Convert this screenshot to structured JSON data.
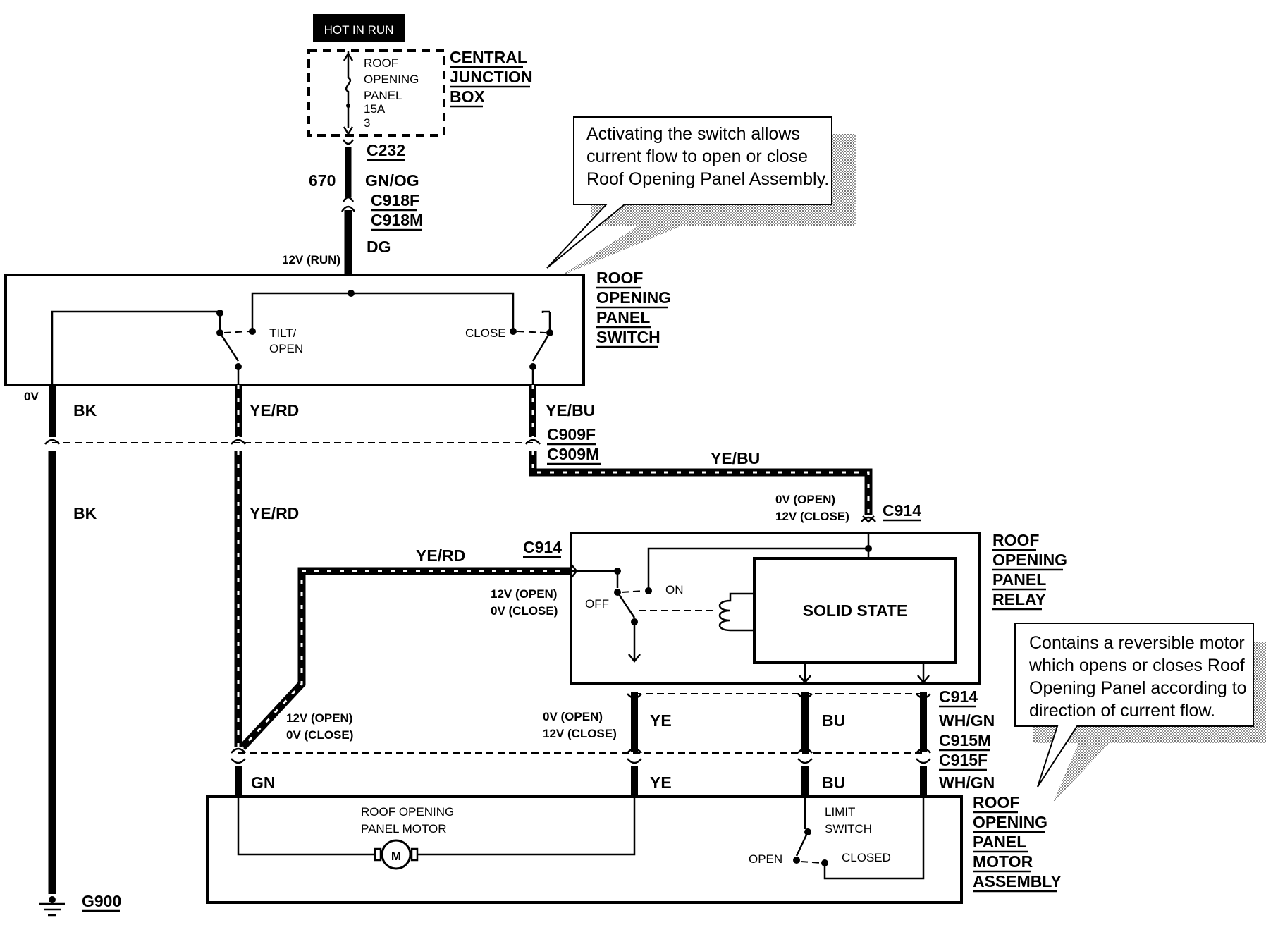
{
  "hot_label": "HOT IN RUN",
  "junction_box": {
    "fuse_lines": [
      "ROOF",
      "OPENING",
      "PANEL",
      "15A",
      "3"
    ],
    "name_lines": [
      "CENTRAL",
      "JUNCTION",
      "BOX"
    ]
  },
  "connectors": {
    "c232": "C232",
    "c918f": "C918F",
    "c918m": "C918M",
    "c909f": "C909F",
    "c909m": "C909M",
    "c914_top": "C914",
    "c914_left": "C914",
    "c914_bottom": "C914",
    "c915m": "C915M",
    "c915f": "C915F",
    "g900": "G900"
  },
  "wires": {
    "circuit_670": "670",
    "gn_og": "GN/OG",
    "dg": "DG",
    "bk_upper": "BK",
    "bk_lower": "BK",
    "yerd_upper": "YE/RD",
    "yerd_lower": "YE/RD",
    "yerd_relay": "YE/RD",
    "yebu_upper": "YE/BU",
    "yebu_run": "YE/BU",
    "ye_upper": "YE",
    "ye_lower": "YE",
    "bu_upper": "BU",
    "bu_lower": "BU",
    "whgn_upper": "WH/GN",
    "whgn_lower": "WH/GN",
    "gn": "GN"
  },
  "voltages": {
    "v12_run": "12V (RUN)",
    "v0": "0V",
    "c914_open": "0V (OPEN)",
    "c914_close": "12V (CLOSE)",
    "relay_out_open": "12V (OPEN)",
    "relay_out_close": "0V (CLOSE)",
    "gn_open": "12V (OPEN)",
    "gn_close": "0V (CLOSE)",
    "ye_open": "0V (OPEN)",
    "ye_close": "12V (CLOSE)"
  },
  "switch_module": {
    "name_lines": [
      "ROOF",
      "OPENING",
      "PANEL",
      "SWITCH"
    ],
    "tilt_open_lines": [
      "TILT/",
      "OPEN"
    ],
    "close": "CLOSE"
  },
  "relay_module": {
    "name_lines": [
      "ROOF",
      "OPENING",
      "PANEL",
      "RELAY"
    ],
    "solid_state": "SOLID STATE",
    "on": "ON",
    "off": "OFF"
  },
  "motor_assembly": {
    "name_lines": [
      "ROOF",
      "OPENING",
      "PANEL",
      "MOTOR",
      "ASSEMBLY"
    ],
    "motor_label_lines": [
      "ROOF OPENING",
      "PANEL MOTOR"
    ],
    "motor_symbol": "M",
    "limit_switch_lines": [
      "LIMIT",
      "SWITCH"
    ],
    "open": "OPEN",
    "closed": "CLOSED"
  },
  "callouts": {
    "switch_lines": [
      "Activating the switch allows",
      "current flow to open or close",
      "Roof Opening Panel Assembly."
    ],
    "motor_lines": [
      "Contains a reversible motor",
      "which opens or closes Roof",
      "Opening Panel according to",
      "direction of current flow."
    ]
  }
}
